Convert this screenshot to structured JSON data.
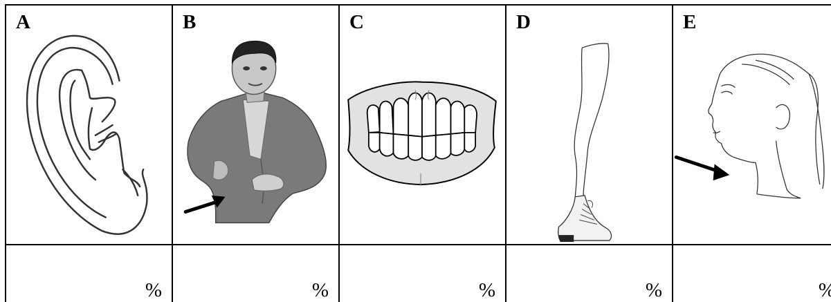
{
  "panels": [
    {
      "letter": "A",
      "image": "ear-icon",
      "answer": "%"
    },
    {
      "letter": "B",
      "image": "side-pain-figure-icon",
      "answer": "%"
    },
    {
      "letter": "C",
      "image": "teeth-icon",
      "answer": "%"
    },
    {
      "letter": "D",
      "image": "leg-icon",
      "answer": "%"
    },
    {
      "letter": "E",
      "image": "neck-profile-icon",
      "answer": "%"
    }
  ]
}
